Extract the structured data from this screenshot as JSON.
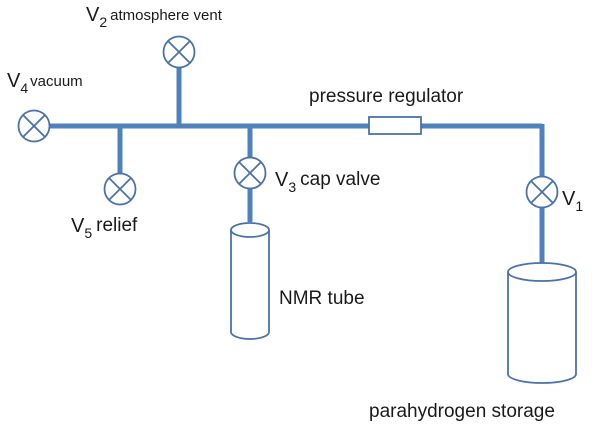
{
  "colors": {
    "pipe": "#4f81bd",
    "outline": "#4a72a8",
    "text": "#1a1a1a"
  },
  "valves": {
    "v1": {
      "symbol": "V",
      "sub": "1",
      "desc": ""
    },
    "v2": {
      "symbol": "V",
      "sub": "2",
      "desc": "atmosphere vent"
    },
    "v3": {
      "symbol": "V",
      "sub": "3",
      "desc": "cap valve"
    },
    "v4": {
      "symbol": "V",
      "sub": "4",
      "desc": "vacuum"
    },
    "v5": {
      "symbol": "V",
      "sub": "5",
      "desc": "relief"
    }
  },
  "components": {
    "regulator": "pressure regulator",
    "nmr_tube": "NMR tube",
    "storage": "parahydrogen storage"
  },
  "icons": {
    "valve": "valve-x-icon",
    "regulator": "regulator-box-icon"
  }
}
